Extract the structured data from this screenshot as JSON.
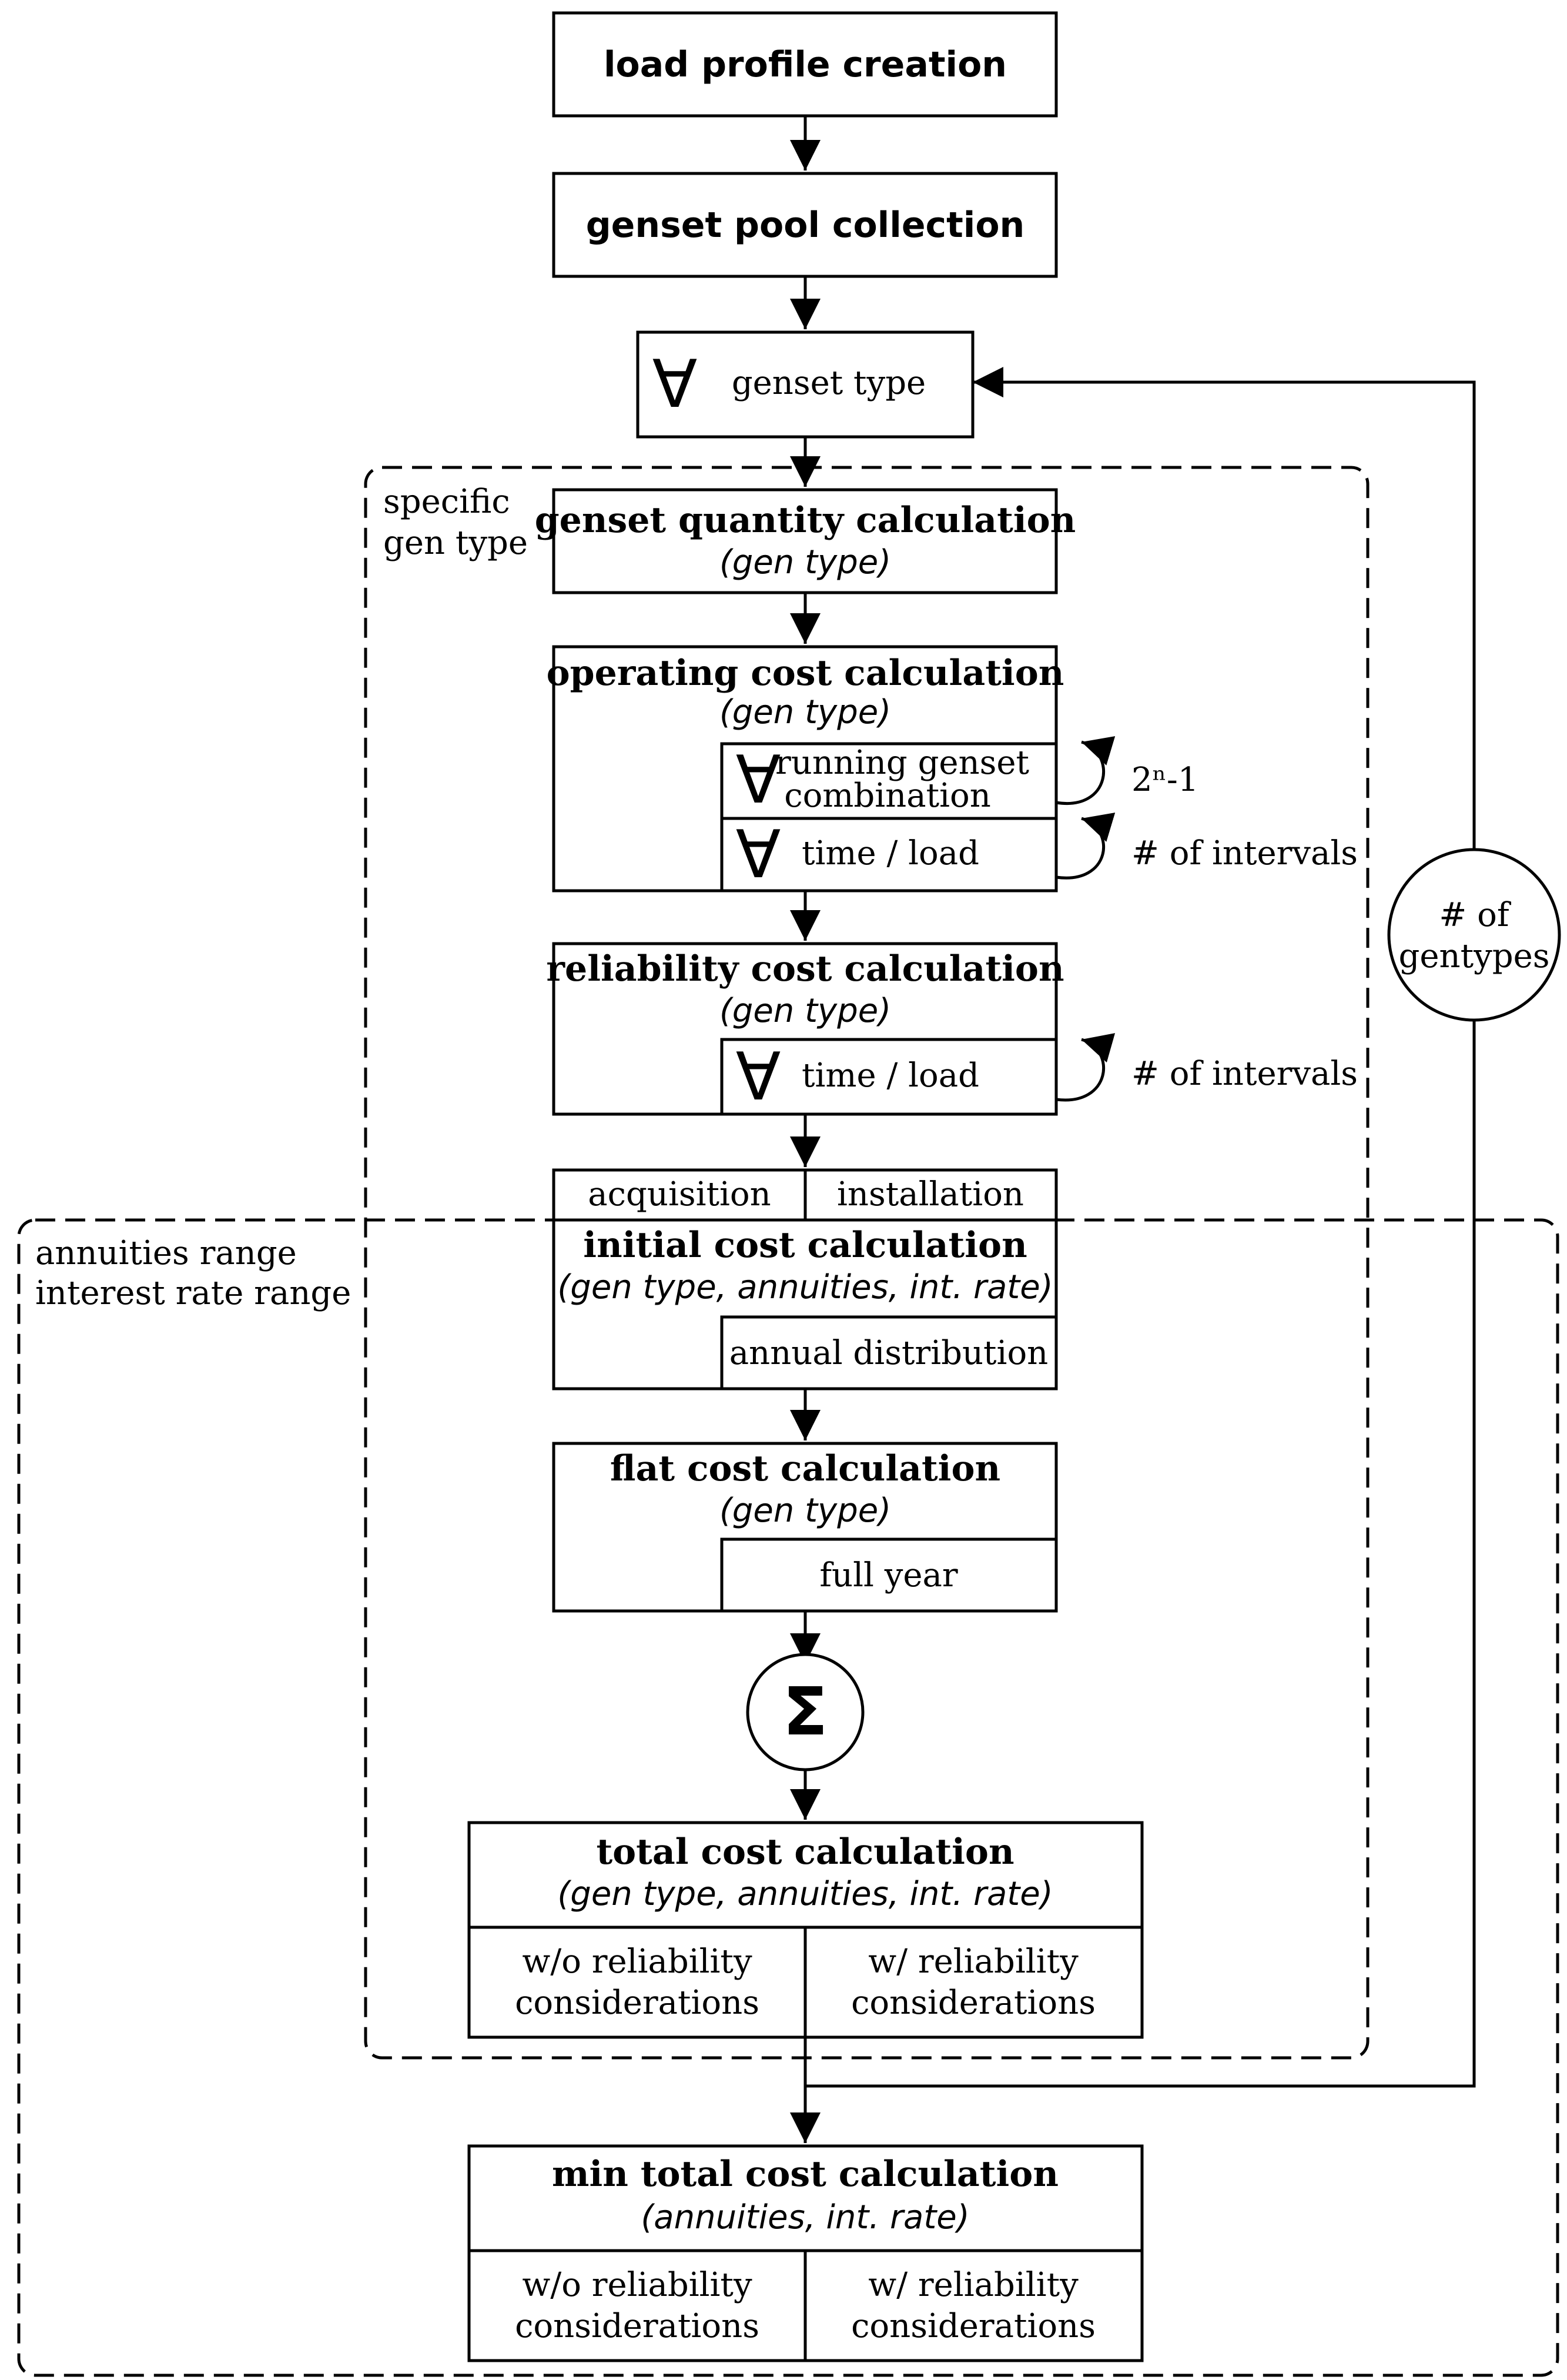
{
  "steps": {
    "load_profile": "load profile creation",
    "genset_pool": "genset pool collection",
    "genset_type": "genset type",
    "quantity": {
      "title": "genset quantity calculation",
      "params": "(gen type)"
    },
    "operating": {
      "title": "operating cost calculation",
      "params": "(gen type)",
      "loop1_line1": "running genset",
      "loop1_line2": "combination",
      "loop1_count": "2ⁿ-1",
      "loop2_label": "time / load",
      "loop2_count": "# of intervals"
    },
    "reliability": {
      "title": "reliability cost calculation",
      "params": "(gen type)",
      "loop_label": "time / load",
      "loop_count": "# of intervals"
    },
    "initial": {
      "acquisition": "acquisition",
      "installation": "installation",
      "title": "initial cost calculation",
      "params": "(gen type, annuities, int. rate)",
      "sub": "annual distribution"
    },
    "flat": {
      "title": "flat cost calculation",
      "params": "(gen type)",
      "sub": "full year"
    },
    "total": {
      "title": "total cost calculation",
      "params": "(gen type, annuities, int. rate)",
      "left_line1": "w/o reliability",
      "left_line2": "considerations",
      "right_line1": "w/ reliability",
      "right_line2": "considerations"
    },
    "min_total": {
      "title": "min total cost calculation",
      "params": "(annuities, int. rate)",
      "left_line1": "w/o reliability",
      "left_line2": "considerations",
      "right_line1": "w/ reliability",
      "right_line2": "considerations"
    }
  },
  "regions": {
    "specific_line1": "specific",
    "specific_line2": "gen type",
    "annuities_line1": "annuities range",
    "annuities_line2": "interest rate range"
  },
  "loop": {
    "line1": "# of",
    "line2": "gentypes"
  },
  "symbols": {
    "forall": "∀",
    "sum": "Σ"
  }
}
